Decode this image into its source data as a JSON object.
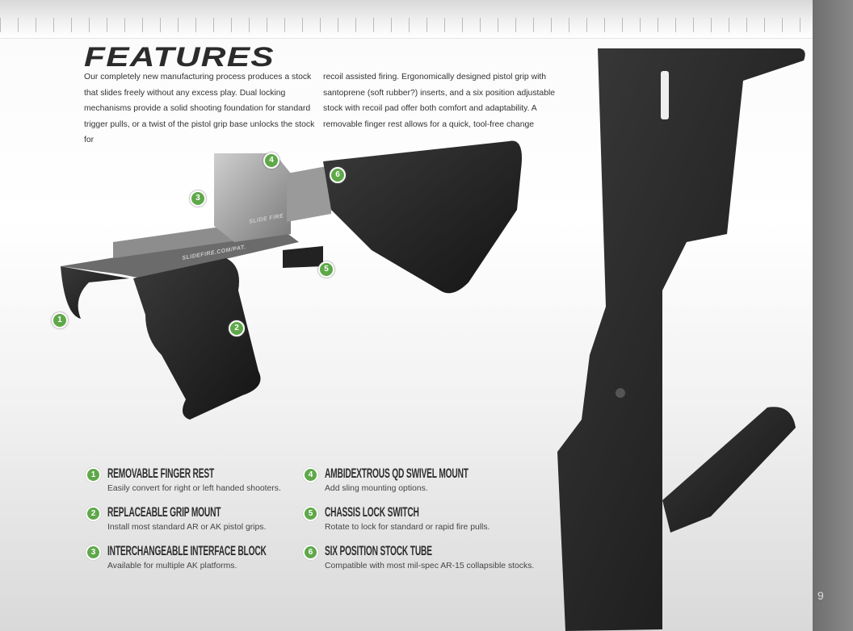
{
  "title": "FEATURES",
  "intro_left": "Our completely new manufacturing process produces a stock that slides freely without any excess play. Dual locking mechanisms provide a solid shooting foundation for standard trigger pulls, or a twist of the pistol grip base unlocks the stock for",
  "intro_right": "recoil assisted firing. Ergonomically designed pistol grip with santoprene (soft rubber?) inserts, and a six position adjustable stock with recoil pad offer both comfort and adaptability. A removable finger rest allows for a quick, tool-free change",
  "product_stamps": {
    "brand": "SLIDE FIRE",
    "url": "SLIDEFIRE.COM/PAT."
  },
  "markers": [
    "1",
    "2",
    "3",
    "4",
    "5",
    "6"
  ],
  "features": [
    {
      "num": "1",
      "title": "REMOVABLE FINGER REST",
      "desc": "Easily convert for right or left handed shooters."
    },
    {
      "num": "2",
      "title": "REPLACEABLE GRIP MOUNT",
      "desc": "Install most standard AR or AK pistol grips."
    },
    {
      "num": "3",
      "title": "INTERCHANGEABLE INTERFACE BLOCK",
      "desc": "Available for multiple AK platforms."
    },
    {
      "num": "4",
      "title": "AMBIDEXTROUS QD SWIVEL MOUNT",
      "desc": "Add sling mounting options."
    },
    {
      "num": "5",
      "title": "CHASSIS LOCK SWITCH",
      "desc": "Rotate to lock for standard or rapid fire pulls."
    },
    {
      "num": "6",
      "title": "SIX POSITION STOCK TUBE",
      "desc": "Compatible with most mil-spec AR-15 collapsible stocks."
    }
  ],
  "page_number": "9",
  "accent": "#5fa84a"
}
